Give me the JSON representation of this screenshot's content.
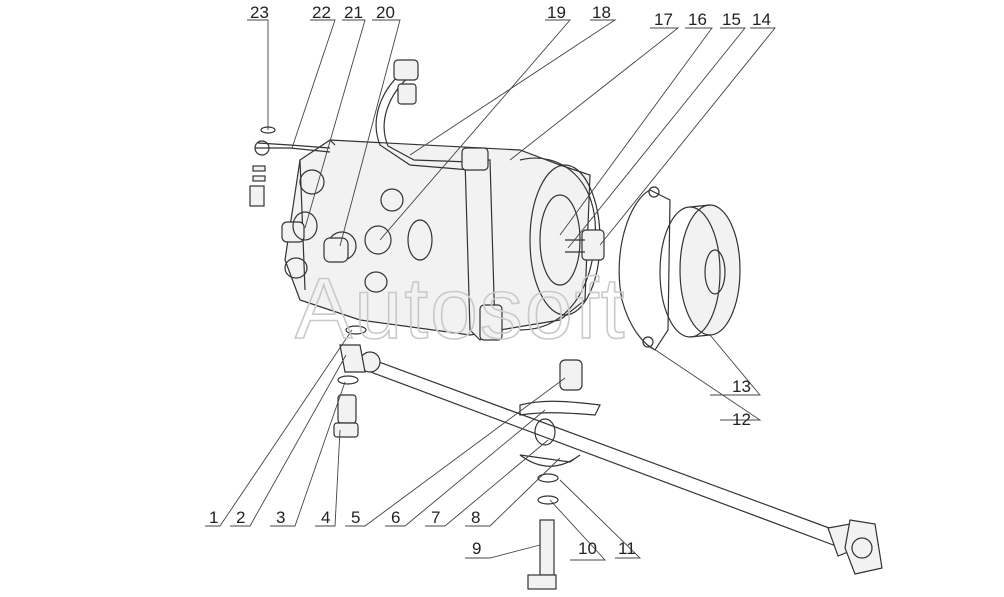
{
  "watermark": "Autosoft",
  "callouts": [
    {
      "id": "23",
      "text": "23"
    },
    {
      "id": "22",
      "text": "22"
    },
    {
      "id": "21",
      "text": "21"
    },
    {
      "id": "20",
      "text": "20"
    },
    {
      "id": "19",
      "text": "19"
    },
    {
      "id": "18",
      "text": "18"
    },
    {
      "id": "17",
      "text": "17"
    },
    {
      "id": "16",
      "text": "16"
    },
    {
      "id": "15",
      "text": "15"
    },
    {
      "id": "14",
      "text": "14"
    },
    {
      "id": "13",
      "text": "13"
    },
    {
      "id": "12",
      "text": "12"
    },
    {
      "id": "1",
      "text": "1"
    },
    {
      "id": "2",
      "text": "2"
    },
    {
      "id": "3",
      "text": "3"
    },
    {
      "id": "4",
      "text": "4"
    },
    {
      "id": "5",
      "text": "5"
    },
    {
      "id": "6",
      "text": "6"
    },
    {
      "id": "7",
      "text": "7"
    },
    {
      "id": "8",
      "text": "8"
    },
    {
      "id": "9",
      "text": "9"
    },
    {
      "id": "10",
      "text": "10"
    },
    {
      "id": "11",
      "text": "11"
    }
  ]
}
